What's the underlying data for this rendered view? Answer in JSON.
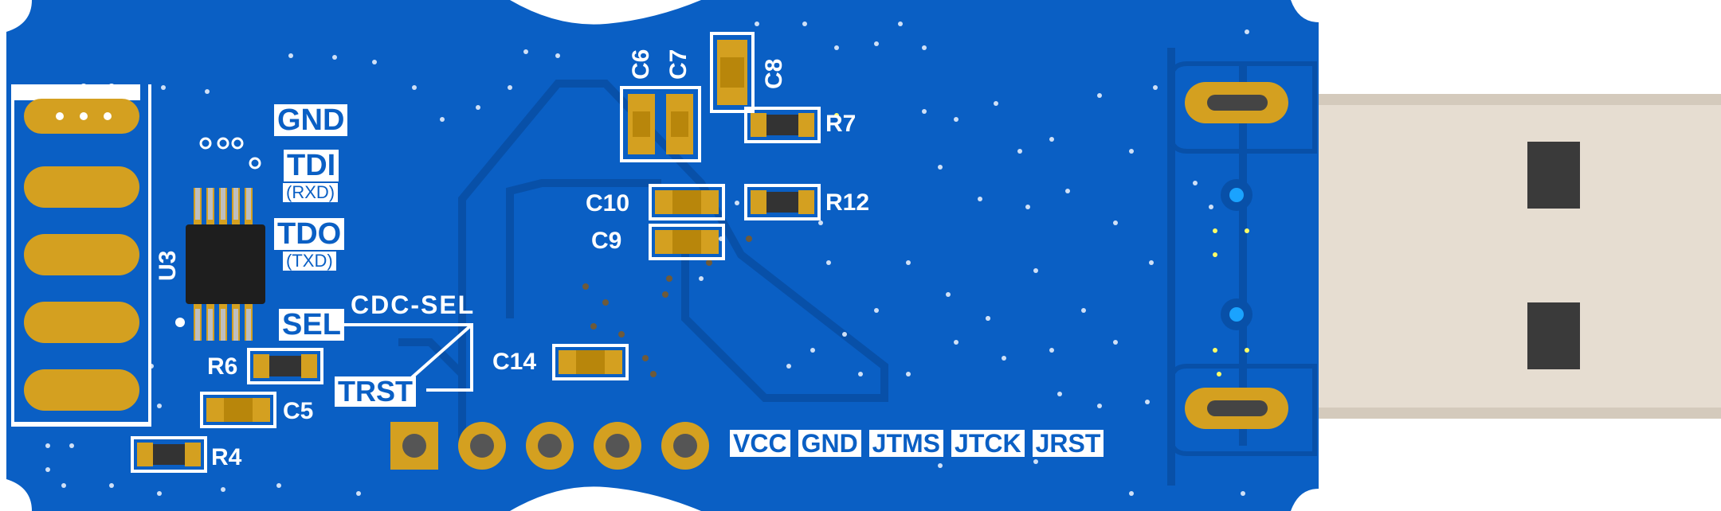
{
  "board": {
    "colors": {
      "pcb": "#0a5fc4",
      "pcb_trace": "#0850a8",
      "pad_gold": "#d4a020",
      "silkscreen": "#ffffff",
      "usb_metal": "#e6ddd1",
      "component_dark": "#333333"
    },
    "pin_labels": {
      "gnd": "GND",
      "tdi": "TDI",
      "rxd": "(RXD)",
      "tdo": "TDO",
      "txd": "(TXD)",
      "sel": "SEL",
      "cdc_sel": "CDC-SEL",
      "trst": "TRST"
    },
    "header_labels": [
      "VCC",
      "GND",
      "JTMS",
      "JTCK",
      "JRST"
    ],
    "components": {
      "u3": "U3",
      "r4": "R4",
      "r6": "R6",
      "r7": "R7",
      "r12": "R12",
      "c5": "C5",
      "c6": "C6",
      "c7": "C7",
      "c8": "C8",
      "c9": "C9",
      "c10": "C10",
      "c14": "C14"
    }
  }
}
